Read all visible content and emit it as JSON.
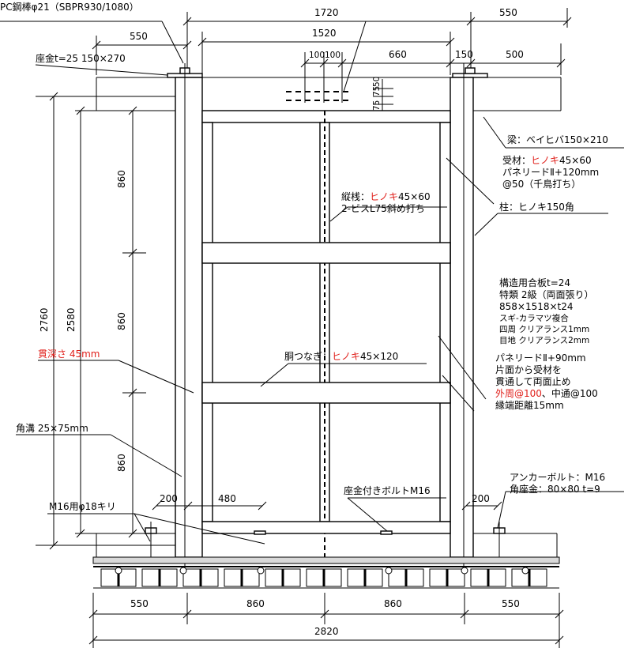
{
  "colors": {
    "line": "#000000",
    "accent_red": "#e0201b",
    "background": "#ffffff"
  },
  "dimensions": {
    "top_1720": "1720",
    "top_550_right": "550",
    "top_550_left": "550",
    "top_1520": "1520",
    "top_100a": "100",
    "top_100b": "100",
    "top_660": "660",
    "top_150": "150",
    "top_500": "500",
    "side_75a": "75",
    "side_50": "50",
    "side_75b": "75",
    "left_860_top": "860",
    "left_860_mid": "860",
    "left_860_bot": "860",
    "left_2760": "2760",
    "left_2580": "2580",
    "bot_200_left": "200",
    "bot_480": "480",
    "bot_200_right": "200",
    "bottom_550_left": "550",
    "bottom_860_a": "860",
    "bottom_860_b": "860",
    "bottom_550_right": "550",
    "bottom_2820": "2820"
  },
  "labels": {
    "pc_rod": "PC鋼棒φ21（SBPR930/1080）",
    "washer": "座金t=25 150×270",
    "beam": "梁：ベイヒバ150×210",
    "receiver_1_pre": "受材：",
    "receiver_1_red": "ヒノキ",
    "receiver_1_post": "45×60",
    "receiver_2": "パネリードⅡ+120mm",
    "receiver_3": "@50（千鳥打ち）",
    "stud_1_pre": "縦桟：",
    "stud_1_red": "ヒノキ",
    "stud_1_post": "45×60",
    "stud_2": "2-ビスL75斜め打ち",
    "column": "柱：ヒノキ150角",
    "plywood_1": "構造用合板t=24",
    "plywood_2": "特類 2級（両面張り）",
    "plywood_3": "858×1518×t24",
    "plywood_4": "スギ-カラマツ複合",
    "plywood_5": "四周 クリアランス1mm",
    "plywood_6": "目地 クリアランス2mm",
    "screw_1": "パネリードⅡ+90mm",
    "screw_2": "片面から受材を",
    "screw_3": "貫通して両面止め",
    "screw_4_red": "外周@100",
    "screw_4_post": "、中通@100",
    "screw_5": "縁端距離15mm",
    "penetration_depth": "貫深さ 45mm",
    "tie_pre": "胴つなぎ：",
    "tie_red": "ヒノキ",
    "tie_post": "45×120",
    "square_groove": "角溝 25×75mm",
    "m16_drill": "M16用φ18キリ",
    "washer_bolt": "座金付きボルトM16",
    "anchor_bolt": "アンカーボルト：M16",
    "square_washer": "角座金：80×80 t=9"
  }
}
